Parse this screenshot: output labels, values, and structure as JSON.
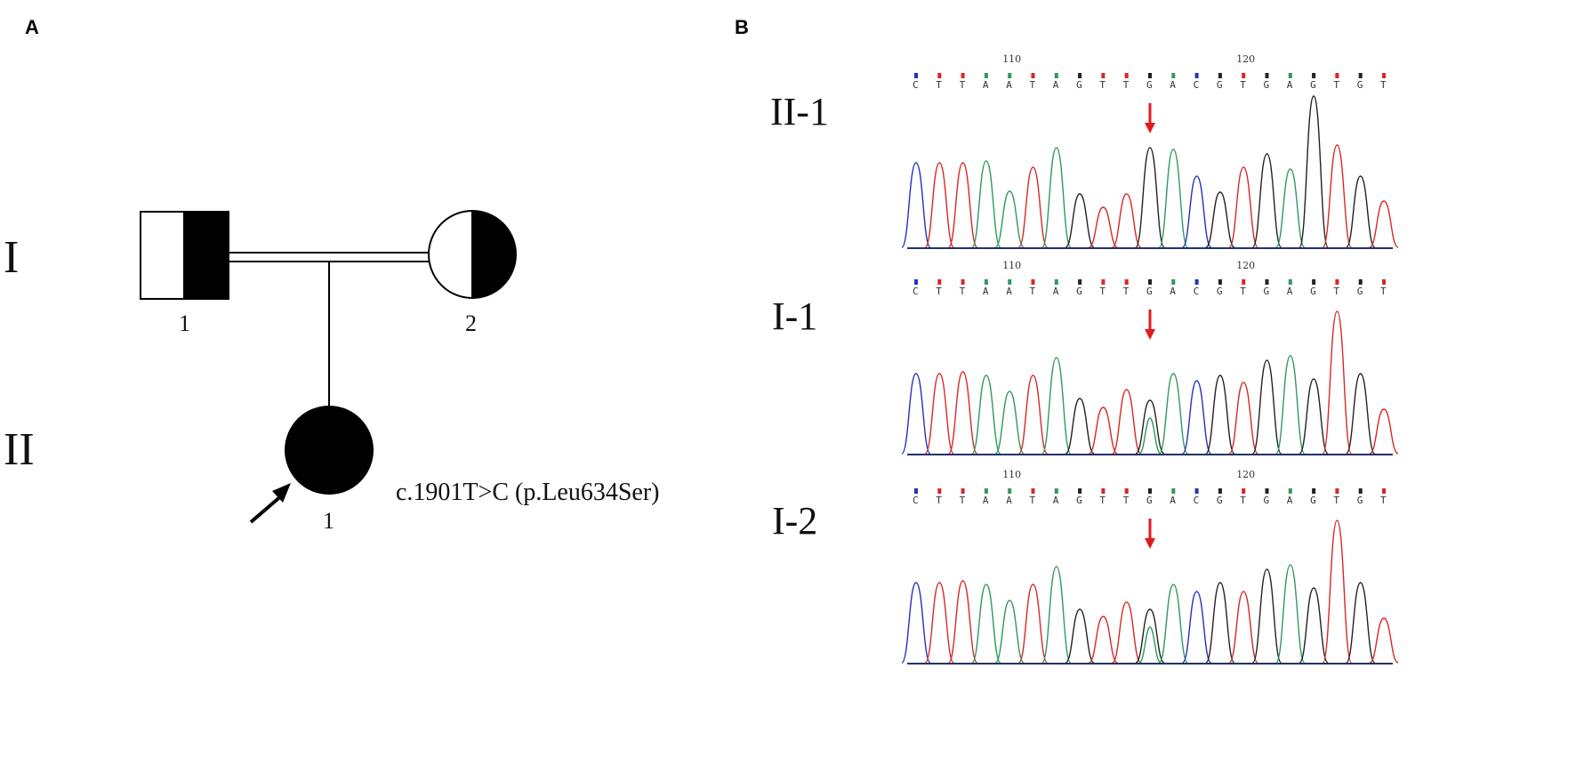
{
  "panels": {
    "a": "A",
    "b": "B"
  },
  "pedigree": {
    "generations": [
      "I",
      "II"
    ],
    "individuals": {
      "father": {
        "number": "1",
        "status": "heterozygous carrier"
      },
      "mother": {
        "number": "2",
        "status": "heterozygous carrier"
      },
      "proband": {
        "number": "1",
        "status": "affected"
      }
    },
    "variant": "c.1901T>C (p.Leu634Ser)"
  },
  "chromatograms": {
    "base_colors": {
      "A": "#2e9a5a",
      "C": "#2233bb",
      "G": "#222222",
      "T": "#d62828"
    },
    "sequence": [
      "C",
      "T",
      "T",
      "A",
      "A",
      "T",
      "A",
      "G",
      "T",
      "T",
      "G",
      "A",
      "C",
      "G",
      "T",
      "G",
      "A",
      "G",
      "T",
      "G",
      "T"
    ],
    "arrow_color": "#e01b1b",
    "tracks": [
      {
        "label": "II-1",
        "positions": [
          "110",
          "120"
        ]
      },
      {
        "label": "I-1",
        "positions": [
          "110",
          "120"
        ]
      },
      {
        "label": "I-2",
        "positions": [
          "110",
          "120"
        ]
      }
    ]
  }
}
